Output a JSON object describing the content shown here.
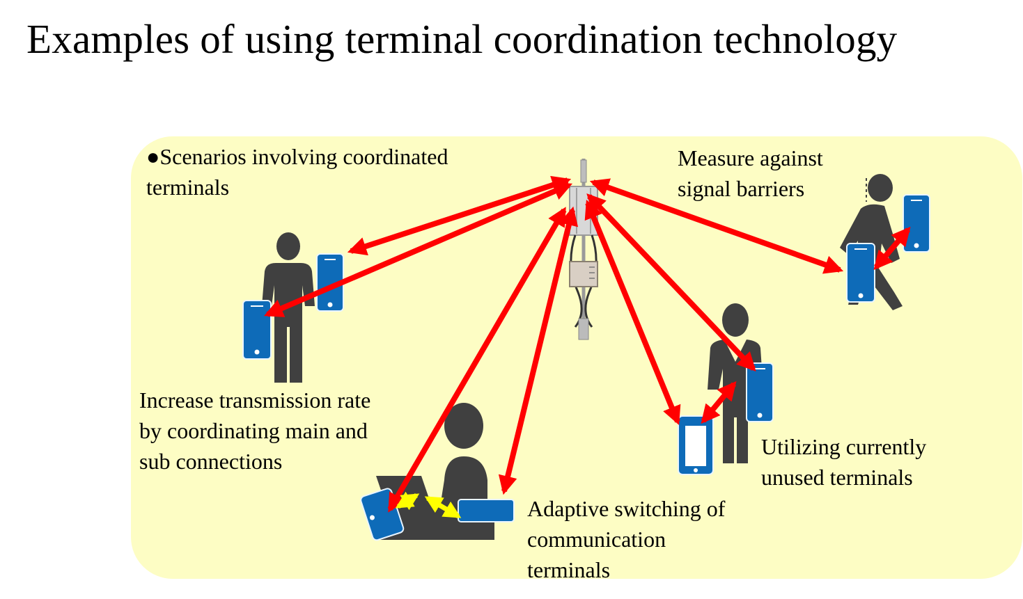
{
  "title": "Examples of using terminal coordination technology",
  "labels": {
    "scenarios": [
      "●Scenarios involving coordinated",
      "terminals"
    ],
    "signal_barriers": [
      "Measure against",
      "signal barriers"
    ],
    "transmission_rate": [
      "Increase transmission rate",
      "by coordinating main and",
      "sub connections"
    ],
    "unused_terminals": [
      "Utilizing currently",
      "unused terminals"
    ],
    "adaptive_switching": [
      "Adaptive switching of",
      "communication",
      "terminals"
    ]
  },
  "colors": {
    "panel": "#fdfdc4",
    "person": "#404040",
    "phone": "#0e6bb8",
    "red_arrow": "#ff0000",
    "yellow_arrow": "#ffff00"
  }
}
